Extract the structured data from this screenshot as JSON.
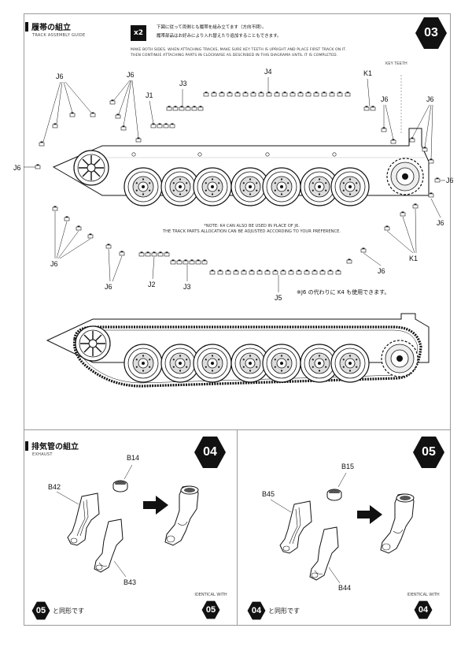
{
  "section_track": {
    "title_jp": "履帯の組立",
    "subtitle": "TRACK ASSEMBLY GUIDE",
    "step": "03",
    "multiplier": "x2",
    "instruction_jp_1": "下図に従って両側とも履帯を組み立てます（方向不問）。",
    "instruction_jp_2": "履帯部品はお好みにより入れ替えたり追加することもできます。",
    "instruction_en_1": "MAKE BOTH SIDES. WHEN ATTACHING TRACKS, MAKE SURE KEY TEETH IS UPRIGHT AND PLACE FIRST TRACK ON IT.",
    "instruction_en_2": "THEN CONTINUE ATTACHING PARTS IN CLOCKWISE AS DESCRIBED IN THIS DIAGRAMA UNTIL IT IS COMPLETED.",
    "key_teeth": "KEY TEETH",
    "note_en_1": "*NOTE: K4 CAN ALSO BE USED IN PLACE OF J6.",
    "note_en_2": "THE TRACK PARTS ALLOCATION CAN BE ADJUSTED ACCORDING TO YOUR PREFERENCE.",
    "note_jp": "※J6 の代わりに K4 も使用できます。",
    "labels": {
      "j6": "J6",
      "j1": "J1",
      "j2": "J2",
      "j3": "J3",
      "j4": "J4",
      "j5": "J5",
      "k1": "K1"
    }
  },
  "section_exhaust_a": {
    "title_jp": "排気管の組立",
    "subtitle": "EXHAUST",
    "step": "04",
    "parts": [
      "B14",
      "B42",
      "B43"
    ],
    "identical_with": "IDENTICAL WITH",
    "identical_step": "05",
    "same_step": "05",
    "same_text_jp": "と同形です"
  },
  "section_exhaust_b": {
    "step": "05",
    "parts": [
      "B15",
      "B45",
      "B44"
    ],
    "identical_with": "IDENTICAL WITH",
    "identical_step": "04",
    "same_step": "04",
    "same_text_jp": "と同形です"
  },
  "colors": {
    "ink": "#111111",
    "frame": "#9a9a9a",
    "gray": "#c8c8c8"
  }
}
